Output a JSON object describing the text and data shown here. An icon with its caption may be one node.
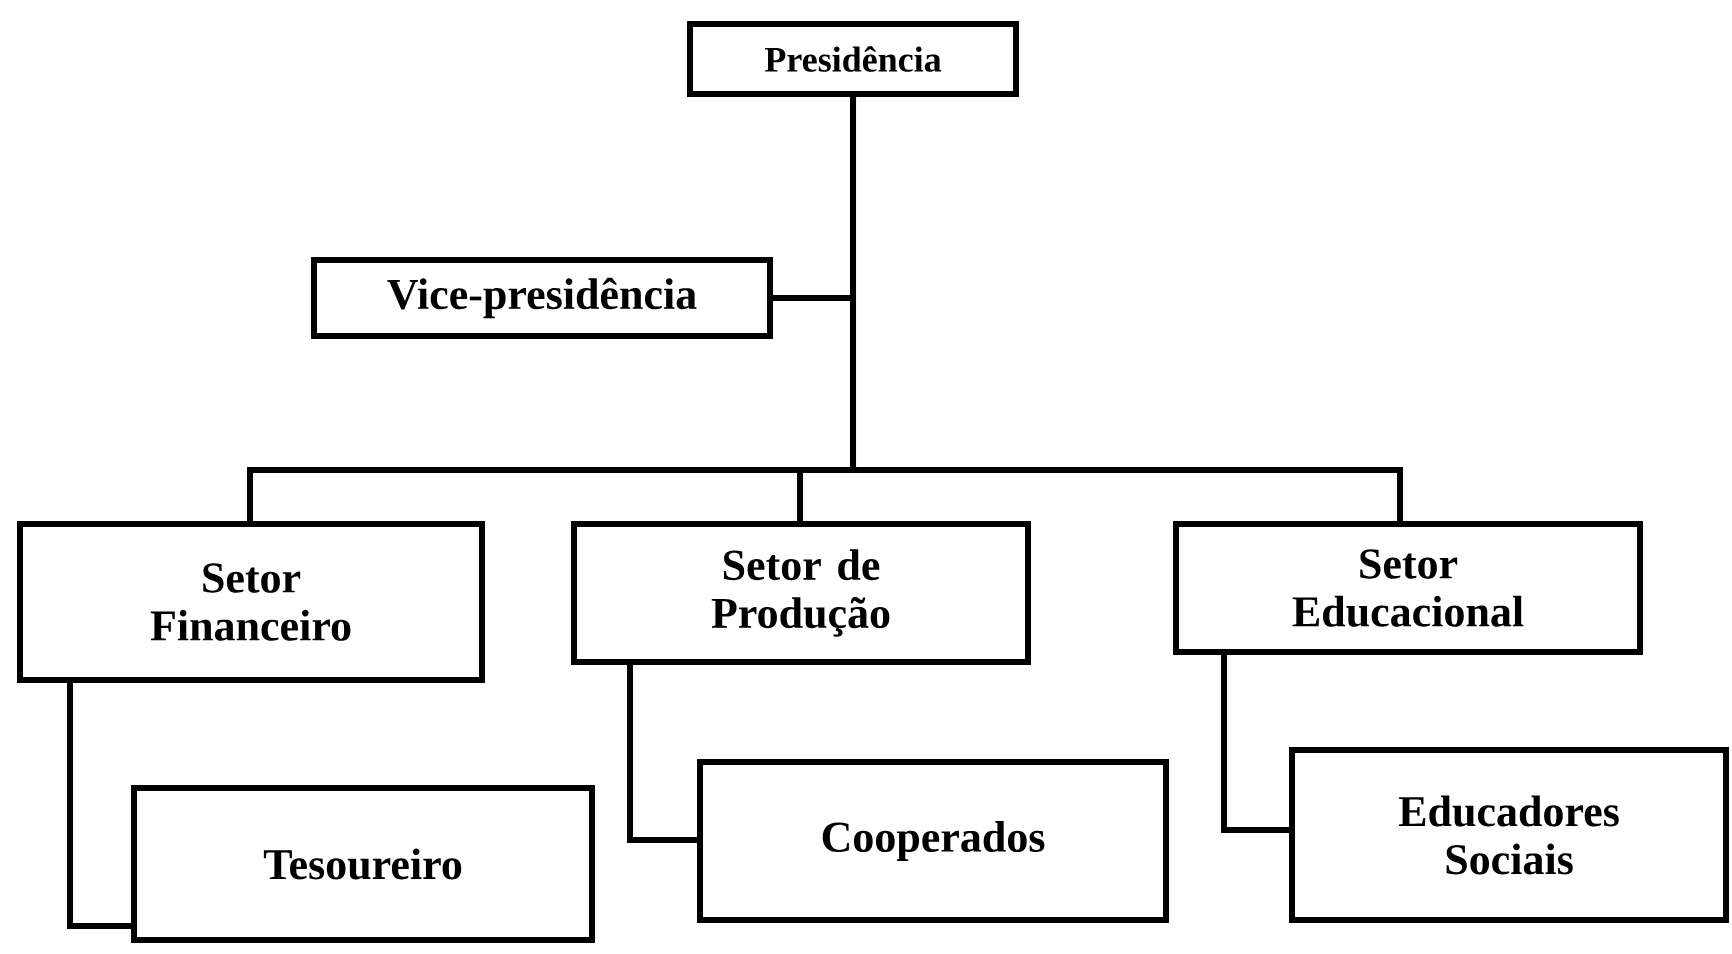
{
  "diagram": {
    "nodes": [
      {
        "text": [
          "Presidência"
        ]
      },
      {
        "text": [
          "Vice-presidência"
        ]
      },
      {
        "text": [
          "Setor Financeiro"
        ]
      },
      {
        "text": [
          "Setor de Produção"
        ]
      },
      {
        "text": [
          "Setor Educacional"
        ]
      },
      {
        "text": [
          "Tesoureiro"
        ]
      },
      {
        "text": [
          "Cooperados"
        ]
      },
      {
        "text": [
          "Educadores Sociais"
        ]
      }
    ],
    "edges": [
      {
        "from": 0,
        "to": 1,
        "arrow": "none"
      },
      {
        "from": 0,
        "to": 2,
        "arrow": "none"
      },
      {
        "from": 0,
        "to": 3,
        "arrow": "none"
      },
      {
        "from": 0,
        "to": 4,
        "arrow": "none"
      },
      {
        "from": 2,
        "to": 5,
        "arrow": "none"
      },
      {
        "from": 3,
        "to": 6,
        "arrow": "none"
      },
      {
        "from": 4,
        "to": 7,
        "arrow": "none"
      }
    ]
  }
}
